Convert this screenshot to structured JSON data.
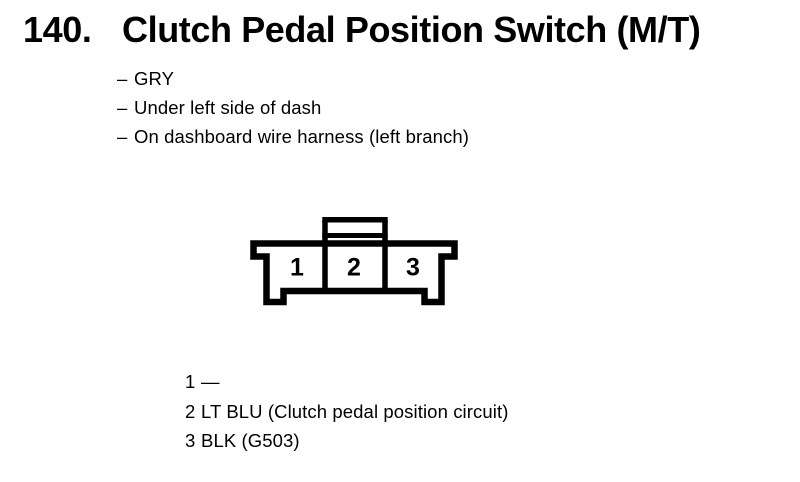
{
  "page": {
    "index": "140.",
    "title": "Clutch Pedal Position Switch (M/T)"
  },
  "details": {
    "dash": "–",
    "items": [
      "GRY",
      "Under left side of dash",
      "On dashboard wire harness (left branch)"
    ]
  },
  "connector": {
    "pin_labels": [
      "1",
      "2",
      "3"
    ]
  },
  "legend": {
    "rows": [
      {
        "pin": "1",
        "desc": "—"
      },
      {
        "pin": "2",
        "desc": "LT BLU (Clutch pedal position circuit)"
      },
      {
        "pin": "3",
        "desc": "BLK (G503)"
      }
    ]
  },
  "colors": {
    "ink": "#000000",
    "paper": "#ffffff"
  }
}
